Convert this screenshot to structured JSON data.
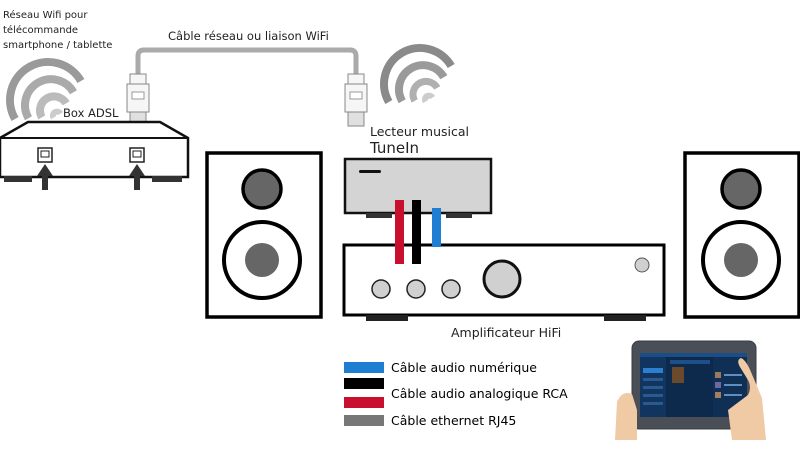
{
  "labels": {
    "wifi_network": [
      "Réseau Wifi pour",
      "télécommande",
      "smartphone / tablette"
    ],
    "box_adsl": "Box ADSL",
    "network_cable": "Câble réseau ou liaison WiFi",
    "music_player": "Lecteur musical",
    "music_player_brand": "TuneIn",
    "amplifier": "Amplificateur HiFi"
  },
  "legend": [
    {
      "label": "Câble audio numérique",
      "colors": [
        "#1e7fd2"
      ]
    },
    {
      "label": "Câble audio analogique RCA",
      "colors": [
        "#000000",
        "#c8102e"
      ]
    },
    {
      "label": "Câble ethernet RJ45",
      "colors": [
        "#777777"
      ]
    }
  ],
  "colors": {
    "digital": "#1e7fd2",
    "analog_black": "#000000",
    "analog_red": "#c8102e",
    "ethernet": "#777777",
    "device_gray": "#d4d4d4",
    "speaker_driver": "#666666"
  }
}
